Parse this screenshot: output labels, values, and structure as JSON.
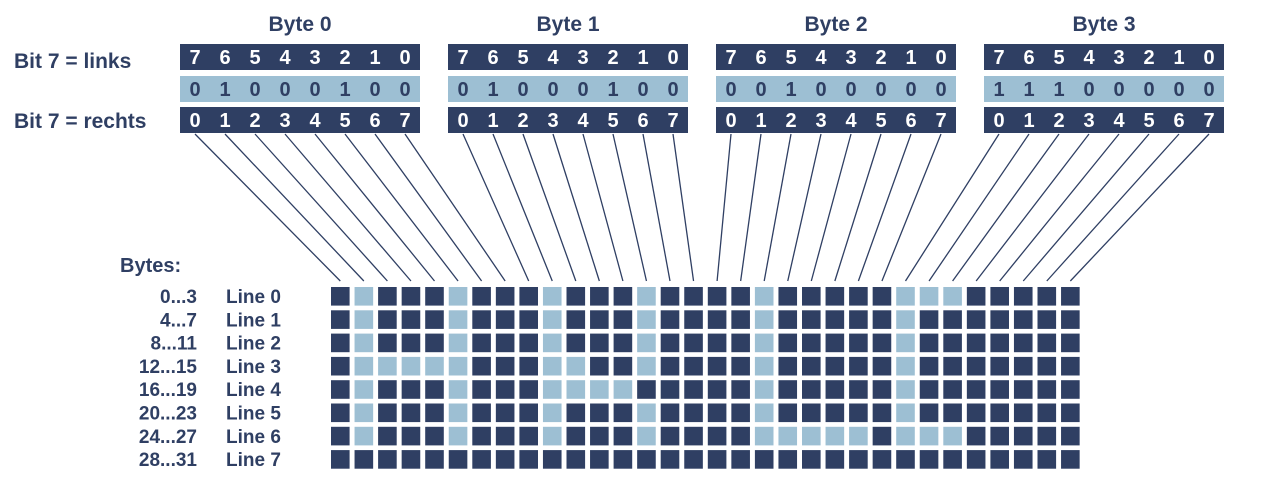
{
  "colors": {
    "dark": "#2f3f63",
    "light": "#9dbfd3",
    "text_on_dark": "#ffffff",
    "text_on_light": "#2f3f63",
    "label": "#2f3f63",
    "connector": "#2f3f63"
  },
  "labels": {
    "bit7_left": "Bit 7 = links",
    "bit7_right": "Bit 7 = rechts",
    "bytes_heading": "Bytes:"
  },
  "bytes": [
    {
      "title": "Byte 0",
      "bits_left": [
        "7",
        "6",
        "5",
        "4",
        "3",
        "2",
        "1",
        "0"
      ],
      "values": [
        "0",
        "1",
        "0",
        "0",
        "0",
        "1",
        "0",
        "0"
      ],
      "bits_right": [
        "0",
        "1",
        "2",
        "3",
        "4",
        "5",
        "6",
        "7"
      ]
    },
    {
      "title": "Byte 1",
      "bits_left": [
        "7",
        "6",
        "5",
        "4",
        "3",
        "2",
        "1",
        "0"
      ],
      "values": [
        "0",
        "1",
        "0",
        "0",
        "0",
        "1",
        "0",
        "0"
      ],
      "bits_right": [
        "0",
        "1",
        "2",
        "3",
        "4",
        "5",
        "6",
        "7"
      ]
    },
    {
      "title": "Byte 2",
      "bits_left": [
        "7",
        "6",
        "5",
        "4",
        "3",
        "2",
        "1",
        "0"
      ],
      "values": [
        "0",
        "0",
        "1",
        "0",
        "0",
        "0",
        "0",
        "0"
      ],
      "bits_right": [
        "0",
        "1",
        "2",
        "3",
        "4",
        "5",
        "6",
        "7"
      ]
    },
    {
      "title": "Byte 3",
      "bits_left": [
        "7",
        "6",
        "5",
        "4",
        "3",
        "2",
        "1",
        "0"
      ],
      "values": [
        "1",
        "1",
        "1",
        "0",
        "0",
        "0",
        "0",
        "0"
      ],
      "bits_right": [
        "0",
        "1",
        "2",
        "3",
        "4",
        "5",
        "6",
        "7"
      ]
    }
  ],
  "grid": {
    "rows": [
      {
        "range": "0...3",
        "line": "Line 0",
        "bits": "01000100010001000010000011100000"
      },
      {
        "range": "4...7",
        "line": "Line 1",
        "bits": "01000100010001000010000010000000"
      },
      {
        "range": "8...11",
        "line": "Line 2",
        "bits": "01000100010001000010000010000000"
      },
      {
        "range": "12...15",
        "line": "Line 3",
        "bits": "01111100011001000010000010000000"
      },
      {
        "range": "16...19",
        "line": "Line 4",
        "bits": "01000100011110000010000010000000"
      },
      {
        "range": "20...23",
        "line": "Line 5",
        "bits": "01000100010001000010000010000000"
      },
      {
        "range": "24...27",
        "line": "Line 6",
        "bits": "01000100010001000011111011100000"
      },
      {
        "range": "28...31",
        "line": "Line 7",
        "bits": "00000000000000000000000000000000"
      }
    ]
  }
}
